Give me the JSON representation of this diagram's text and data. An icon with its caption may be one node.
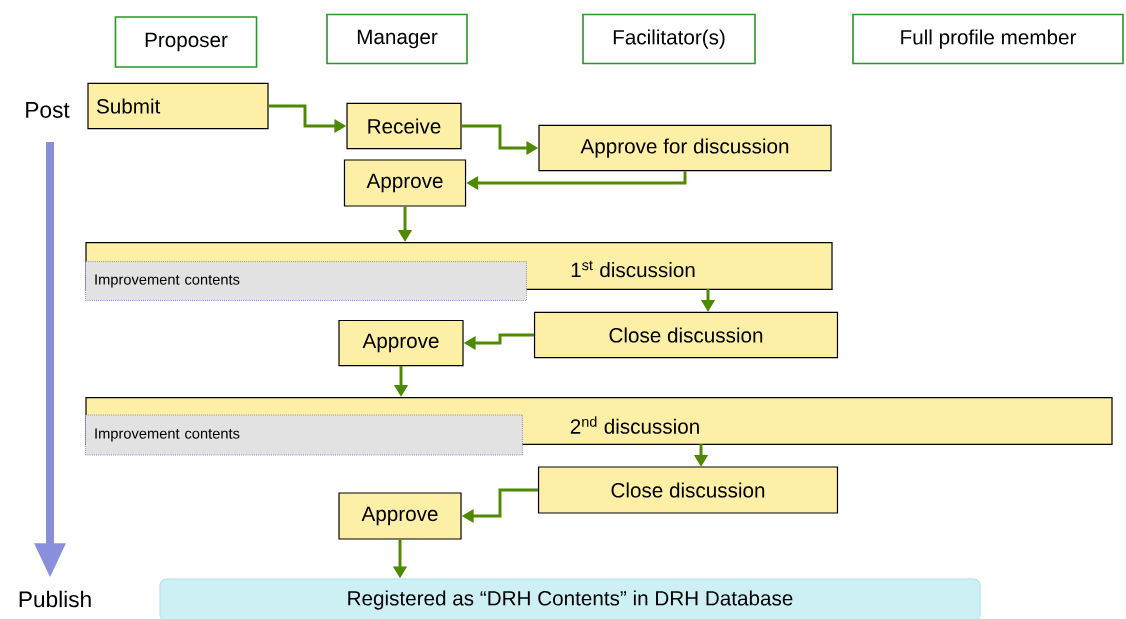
{
  "diagram": {
    "nodes": [
      {
        "text": [
          "Proposer"
        ]
      },
      {
        "text": [
          "Manager"
        ]
      },
      {
        "text": [
          "Facilitator(s)"
        ]
      },
      {
        "text": [
          "Full profile member"
        ]
      },
      {
        "text": [
          "Submit"
        ]
      },
      {
        "text": [
          "Receive"
        ]
      },
      {
        "text": [
          "Approve for discussion"
        ]
      },
      {
        "text": [
          "Approve"
        ]
      },
      {
        "text": [
          "1$^{st}$ discussion"
        ]
      },
      {
        "text": [
          "Improvement contents"
        ]
      },
      {
        "text": [
          "Close discussion"
        ]
      },
      {
        "text": [
          "Approve"
        ]
      },
      {
        "text": [
          "2$^{nd}$ discussion"
        ]
      },
      {
        "text": [
          "Improvement contents"
        ]
      },
      {
        "text": [
          "Close discussion"
        ]
      },
      {
        "text": [
          "Approve"
        ]
      },
      {
        "text": [
          "Registered as “DRH Contents” in DRH Database"
        ]
      }
    ],
    "edges": [
      {
        "from": 4,
        "to": 5,
        "arrow": "to"
      },
      {
        "from": 5,
        "to": 6,
        "arrow": "to"
      },
      {
        "from": 6,
        "to": 7,
        "arrow": "to"
      },
      {
        "from": 7,
        "to": 8,
        "arrow": "to"
      },
      {
        "from": 8,
        "to": 10,
        "arrow": "to"
      },
      {
        "from": 10,
        "to": 11,
        "arrow": "to"
      },
      {
        "from": 11,
        "to": 12,
        "arrow": "to"
      },
      {
        "from": 12,
        "to": 14,
        "arrow": "to"
      },
      {
        "from": 14,
        "to": 15,
        "arrow": "to"
      },
      {
        "from": 15,
        "to": 16,
        "arrow": "to"
      }
    ],
    "labels": [
      "Post",
      "Publish"
    ]
  }
}
